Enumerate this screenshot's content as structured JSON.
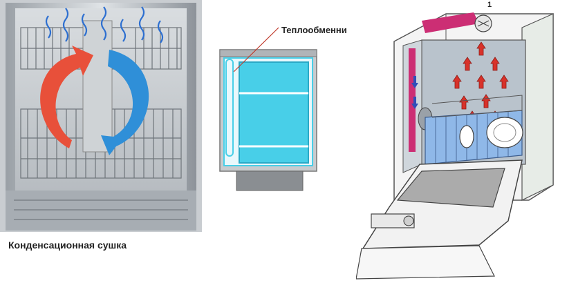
{
  "captions": {
    "condensation_drying": "Конденсационная сушка",
    "heat_exchanger": "Теплообменни",
    "callout_number": "1"
  },
  "colors": {
    "hot_air": "#e8503a",
    "cold_air": "#2f8fd8",
    "vapor": "#2d6fd0",
    "glass": "#48cfe8",
    "exchanger_pink": "#cc2e74",
    "heat_arrow": "#d8322a"
  },
  "icons": {
    "hot": "curved-red-arrow",
    "cold": "curved-blue-arrow",
    "steam": "wavy-vapor-lines"
  }
}
